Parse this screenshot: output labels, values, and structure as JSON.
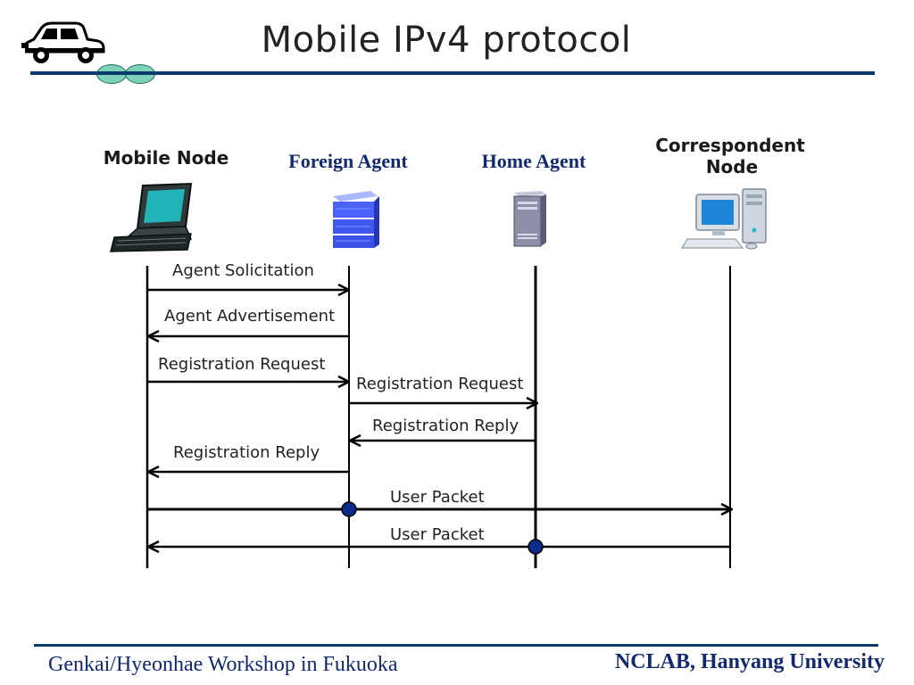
{
  "slide": {
    "title": "Mobile IPv4 protocol"
  },
  "nodes": {
    "mobile_node": "Mobile Node",
    "foreign_agent": "Foreign Agent",
    "home_agent": "Home Agent",
    "correspondent_line1": "Correspondent",
    "correspondent_line2": "Node"
  },
  "messages": {
    "agent_solicitation": "Agent Solicitation",
    "agent_advertisement": "Agent Advertisement",
    "reg_request_mn_fa": "Registration Request",
    "reg_request_fa_ha": "Registration Request",
    "reg_reply_ha_fa": "Registration Reply",
    "reg_reply_fa_mn": "Registration Reply",
    "user_packet_out": "User Packet",
    "user_packet_in": "User Packet"
  },
  "footer": {
    "left": "Genkai/Hyeonhae Workshop in Fukuoka",
    "right": "NCLAB,  Hanyang University"
  },
  "colors": {
    "rule_line": "#0a3a6e",
    "bubble": "#7fd1b9",
    "node_label_serif": "#13296e",
    "junction_dot": "#0b2b8a"
  }
}
